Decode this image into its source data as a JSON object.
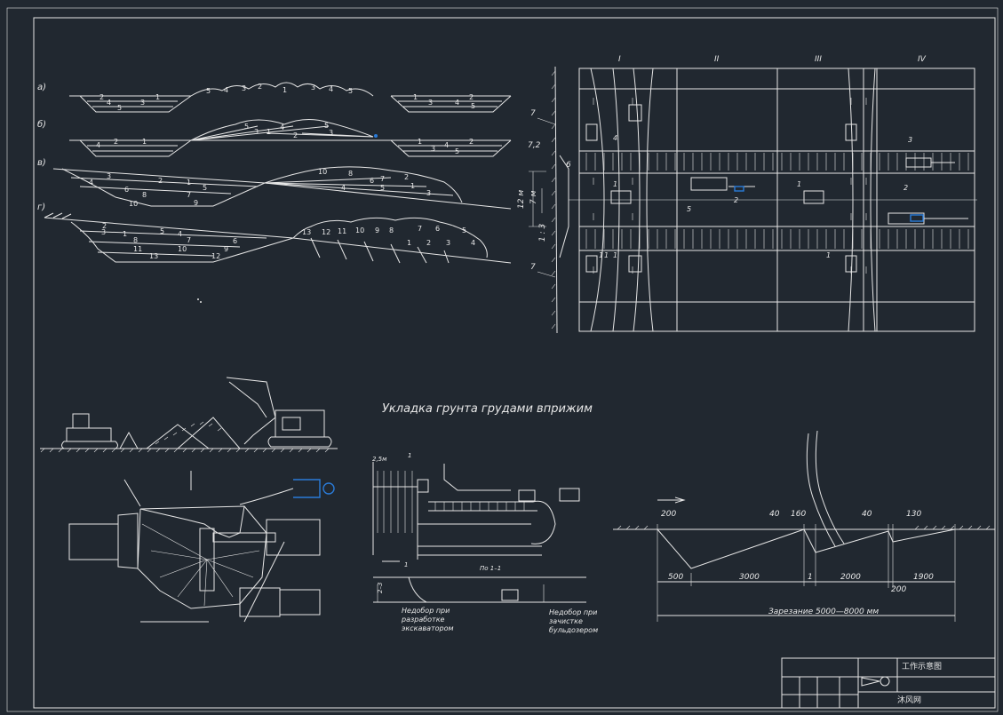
{
  "colors": {
    "background": "#212830",
    "lines": "#e6e6e6",
    "accent": "#2a7bd8"
  },
  "diagram_a": {
    "row_labels": [
      "а)",
      "б)",
      "в)",
      "г)"
    ],
    "row_a_numbers": [
      "5",
      "4",
      "3",
      "2",
      "1",
      "3",
      "4",
      "5",
      "1",
      "2",
      "3",
      "4",
      "5",
      "1",
      "2",
      "3",
      "4",
      "5"
    ],
    "row_b_numbers": [
      "5",
      "3",
      "1",
      "4",
      "2",
      "5",
      "3",
      "1",
      "4",
      "2",
      "1",
      "2",
      "3",
      "4",
      "5"
    ],
    "row_v_numbers": [
      "3",
      "2",
      "1",
      "4",
      "5",
      "6",
      "8",
      "10",
      "7",
      "9",
      "10",
      "8",
      "6",
      "4",
      "5",
      "7",
      "3",
      "1",
      "2"
    ],
    "row_g_numbers": [
      "2",
      "3",
      "1",
      "5",
      "4",
      "8",
      "7",
      "6",
      "11",
      "10",
      "9",
      "13",
      "12",
      "13",
      "12",
      "11",
      "10",
      "9",
      "8",
      "7",
      "6",
      "5",
      "4",
      "3",
      "2",
      "1"
    ]
  },
  "plan": {
    "columns": [
      "I",
      "II",
      "III",
      "IV"
    ],
    "left_labels": [
      "7",
      "7,2",
      "6",
      "12 м",
      "7 м",
      "1 : 3",
      "7"
    ],
    "numbers": [
      "4",
      "1",
      "1",
      "5",
      "2",
      "1",
      "3",
      "2",
      "1",
      "1",
      "1"
    ]
  },
  "title_mid": "Укладка грунта грудами вприжим",
  "cross_section": {
    "labels": [
      "2,5м",
      "1",
      "1",
      "По 1–1",
      "2–3",
      "Недобор при",
      "разработке",
      "экскаватором",
      "Недобор при",
      "зачистке",
      "бульдозером"
    ]
  },
  "profile": {
    "top_dims": [
      "200",
      "40",
      "160",
      "40",
      "130"
    ],
    "bottom_dims": [
      "500",
      "3000",
      "1",
      "2000",
      "1900",
      "200"
    ],
    "caption": "Зарезание 5000—8000 мм"
  },
  "title_block": {
    "title": "工作示意图",
    "brand": "沐风网"
  }
}
